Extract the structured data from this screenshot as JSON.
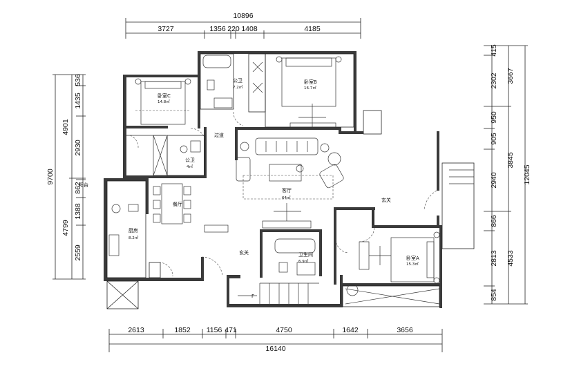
{
  "top_dims": {
    "total": "10896",
    "segments": [
      "3727",
      "1356",
      "220",
      "1408",
      "4185"
    ]
  },
  "bottom_dims": {
    "total": "16140",
    "segments": [
      "2613",
      "1852",
      "1156",
      "471",
      "4750",
      "1642",
      "3656"
    ]
  },
  "left_dims": {
    "total": "9700",
    "upper_total": "4901",
    "lower_total": "4799",
    "segments": [
      "536",
      "1435",
      "2930",
      "862",
      "1388",
      "2559"
    ]
  },
  "right_dims": {
    "total": "12045",
    "inner_totals": [
      "3667",
      "3845",
      "4533"
    ],
    "segments": [
      "415",
      "2302",
      "950",
      "905",
      "2940",
      "866",
      "2813",
      "854"
    ]
  },
  "rooms": {
    "bedroom_c": {
      "name": "卧室C",
      "area": "14.8㎡"
    },
    "bathroom_public_top": {
      "name": "公卫",
      "area": "7.2㎡"
    },
    "bedroom_b": {
      "name": "卧室B",
      "area": "16.7㎡"
    },
    "corridor": {
      "name": "过道"
    },
    "bathroom_public_mid": {
      "name": "公卫",
      "area": "4㎡"
    },
    "balcony": {
      "name": "阳台"
    },
    "dining": {
      "name": "餐厅"
    },
    "kitchen": {
      "name": "厨房",
      "area": "8.2㎡"
    },
    "living": {
      "name": "客厅",
      "area": "64㎡"
    },
    "entry_right": {
      "name": "玄关"
    },
    "entry_bottom": {
      "name": "玄关"
    },
    "bathroom_master": {
      "name": "卫生间",
      "area": "6.9㎡"
    },
    "bedroom_a": {
      "name": "卧室A",
      "area": "15.3㎡"
    }
  },
  "stair_label": "F",
  "colors": {
    "wall": "#3a3a3a",
    "line": "#222222",
    "background": "#ffffff"
  }
}
